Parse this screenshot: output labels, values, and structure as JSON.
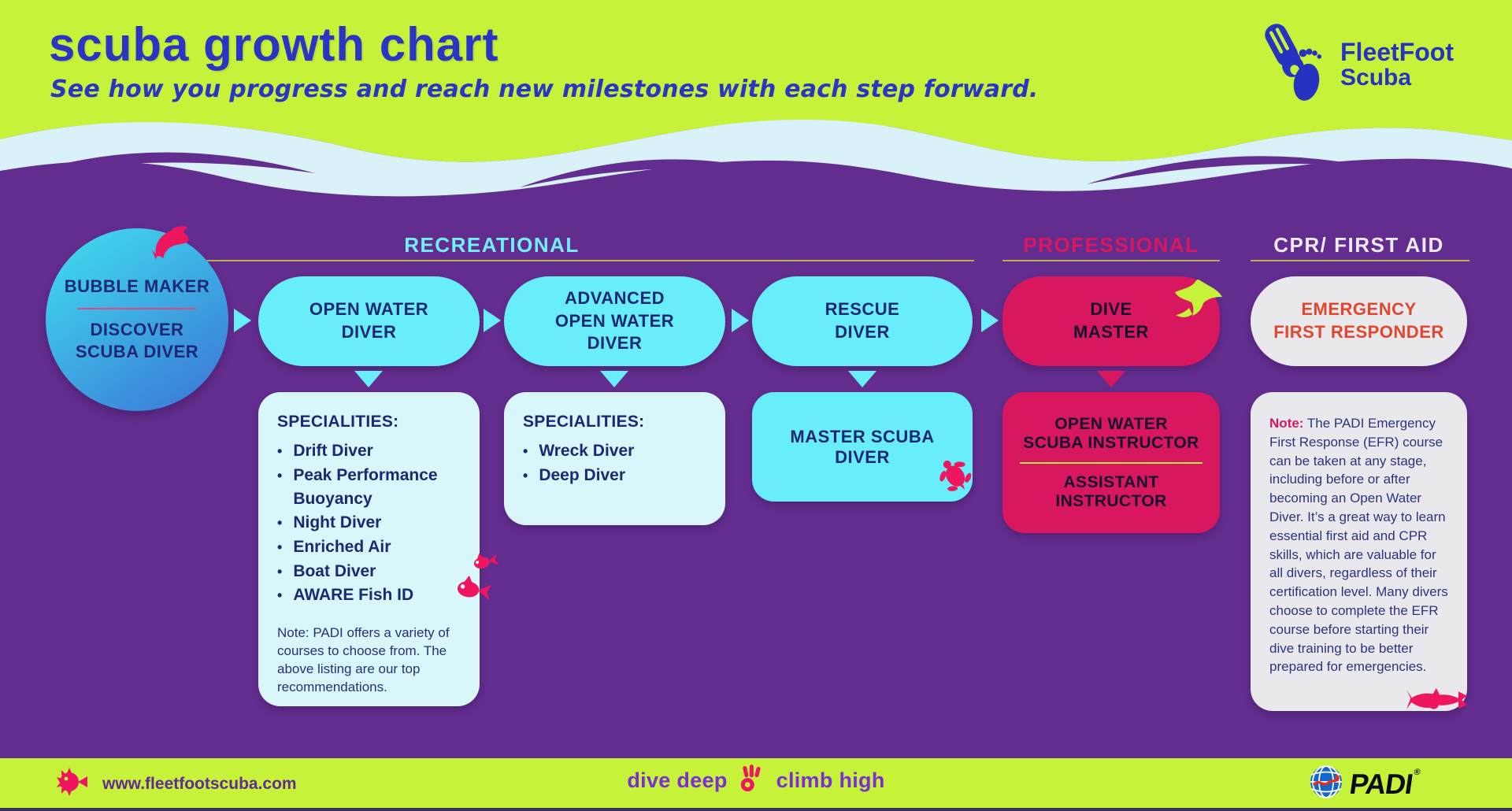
{
  "header": {
    "title": "scuba growth chart",
    "subtitle": "See how you progress and reach new milestones with each step forward.",
    "logo": {
      "line1": "FleetFoot",
      "line2": "Scuba"
    }
  },
  "sections": {
    "recreational": {
      "label": "RECREATIONAL"
    },
    "professional": {
      "label": "PROFESSIONAL"
    },
    "cpr": {
      "label": "CPR/ FIRST AID"
    }
  },
  "nodes": {
    "bubble_maker": {
      "top": "BUBBLE MAKER",
      "bottom_lines": [
        "DISCOVER",
        "SCUBA DIVER"
      ]
    },
    "open_water": {
      "lines": [
        "OPEN WATER",
        "DIVER"
      ]
    },
    "advanced": {
      "lines": [
        "ADVANCED",
        "OPEN WATER",
        "DIVER"
      ]
    },
    "rescue": {
      "lines": [
        "RESCUE",
        "DIVER"
      ]
    },
    "dive_master": {
      "lines": [
        "DIVE",
        "MASTER"
      ]
    },
    "efr": {
      "lines": [
        "EMERGENCY",
        "FIRST RESPONDER"
      ]
    },
    "master_scuba": {
      "lines": [
        "MASTER SCUBA",
        "DIVER"
      ]
    },
    "owsi": {
      "lines": [
        "OPEN WATER",
        "SCUBA INSTRUCTOR"
      ]
    },
    "assistant": {
      "lines": [
        "ASSISTANT",
        "INSTRUCTOR"
      ]
    }
  },
  "specialities1": {
    "heading": "SPECIALITIES:",
    "items": [
      "Drift Diver",
      "Peak Performance Buoyancy",
      "Night Diver",
      "Enriched Air",
      "Boat Diver",
      "AWARE Fish ID"
    ],
    "note": "Note: PADI offers a variety of courses to choose from. The above listing are our top recommendations."
  },
  "specialities2": {
    "heading": "SPECIALITIES:",
    "items": [
      "Wreck Diver",
      "Deep Diver"
    ]
  },
  "efr_note": {
    "label": "Note:",
    "text": " The PADI Emergency First Response (EFR) course can be taken at any stage, including before or after becoming an Open Water Diver. It’s a great way to learn essential first aid and CPR skills, which are valuable for all divers, regardless of their certification level. Many divers choose to complete the EFR course before starting their dive training to be better prepared for emergencies."
  },
  "footer": {
    "website": "www.fleetfootscuba.com",
    "tagline_left": "dive deep",
    "tagline_right": "climb high",
    "padi": "PADI",
    "padi_reg": "®"
  },
  "icons": [
    "fin-foot-logo-icon",
    "dolphin-icon",
    "manta-ray-icon",
    "turtle-icon",
    "fish-icon",
    "hammerhead-shark-icon",
    "pufferfish-icon",
    "ok-hand-icon",
    "padi-globe-icon"
  ],
  "colors": {
    "purple_bg": "#632d8f",
    "lime": "#c6f23a",
    "wave_blue": "#d9f1f8",
    "cyan": "#68eefb",
    "pale_cyan": "#d9f6fb",
    "crimson": "#d9175e",
    "gray": "#e9e8ec",
    "navy_text": "#1d2875",
    "red_text": "#e2472e",
    "brand_blue": "#2b35c4",
    "olive_line": "#b2b156",
    "yellow_line": "#e7ea41",
    "pink_icon": "#ef1660",
    "tagline_purple": "#7b2ed1"
  }
}
